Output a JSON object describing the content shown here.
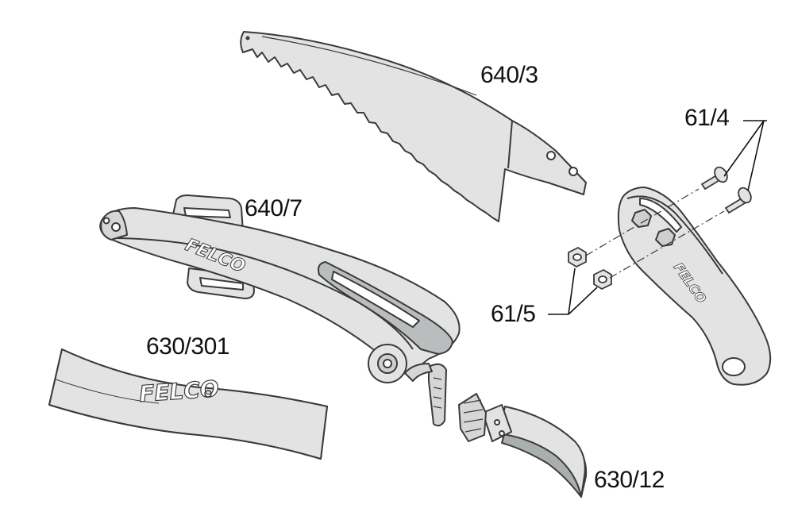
{
  "labels": {
    "saw_blade": "640/3",
    "scabbard": "640/7",
    "bolts": "61/4",
    "nuts": "61/5",
    "belt_band": "630/301",
    "clip_strap": "630/12"
  },
  "logos": {
    "scabbard_logo": "FELCO",
    "band_logo": "FELCO",
    "handle_logo": "FELCO"
  },
  "colors": {
    "part_fill": "#e3e3e3",
    "part_stroke": "#3a3a3a",
    "shadow": "#a9aeae",
    "label": "#111111"
  }
}
